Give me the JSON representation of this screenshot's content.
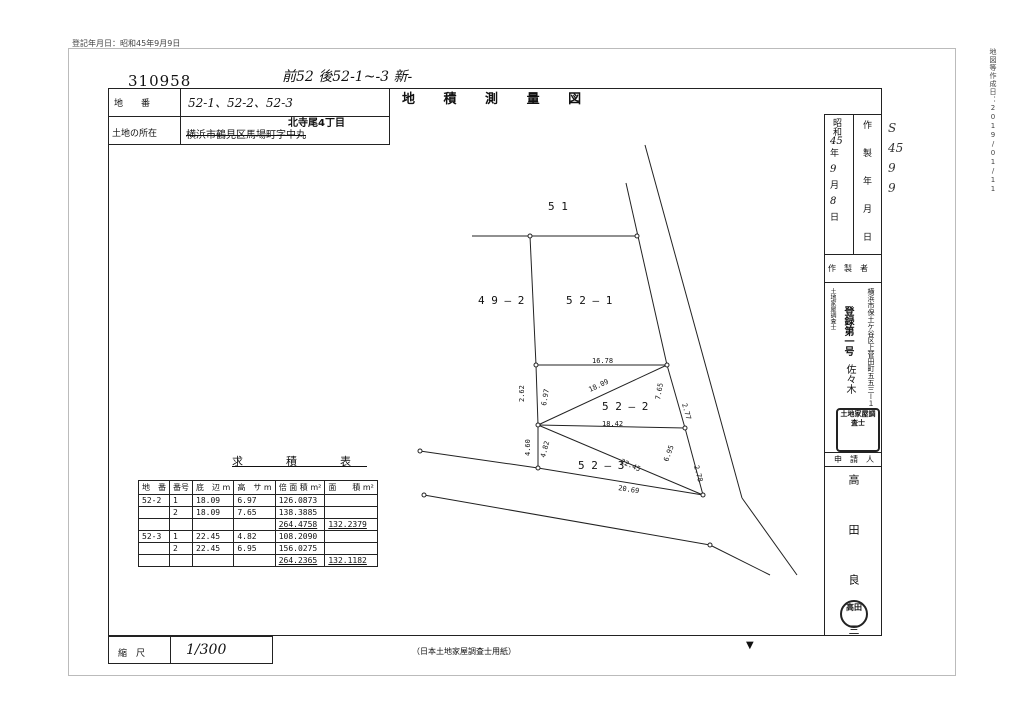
{
  "header": {
    "registration_date": "登記年月日：昭和45年9月9日"
  },
  "right_margin": {
    "vertical_stamp": "地図等作成日：2019/01/11"
  },
  "doc": {
    "number": "310958",
    "handwritten_note": "前52 後52-1~-3 新-",
    "title": "地 積 測 量 図",
    "lot_label": "地　　番",
    "lot_value": "52-1、52-2、52-3",
    "location_label": "土地の所在",
    "location_value": "横浜市鶴見区馬場町字中丸",
    "location_correction": "北寺尾4丁目",
    "scale_label": "縮　尺",
    "scale_value": "1/300",
    "footer_note": "（日本土地家屋調査士用紙）"
  },
  "side_panel": {
    "date_label_era": "昭和",
    "date_era_value": "45",
    "date_year_unit": "年",
    "date_month": "9",
    "date_month_unit": "月",
    "date_day": "8",
    "date_day_unit": "日",
    "made_label": "作製年月日",
    "maker_label": "作　製　者",
    "maker_address": "横浜市保土ケ谷区上菅田町五五三ー１",
    "maker_title": "土地家屋調査士",
    "maker_reg": "登録第一号",
    "maker_name": "佐々木",
    "maker_seal": "土地家屋調査士",
    "applicant_label": "申　請　人",
    "applicant_name": "高　田　良　三",
    "applicant_seal": "高田",
    "margin_handwritten": [
      "S",
      "45",
      "9",
      "9"
    ]
  },
  "parcels": {
    "p51": "5 1",
    "p49_2": "4 9 — 2",
    "p52_1": "5 2 — 1",
    "p52_2": "5 2 — 2",
    "p52_3": "5 2 — 3"
  },
  "dimensions": {
    "d1": "16.78",
    "d2": "18.09",
    "d3": "18.42",
    "d4": "22.45",
    "d5": "20.69",
    "d6": "2.62",
    "d7": "6.97",
    "d8": "7.65",
    "d9": "2.77",
    "d10": "4.60",
    "d11": "4.82",
    "d12": "6.95",
    "d13": "2.78"
  },
  "calc_table": {
    "title": "求　積　表",
    "headers": [
      "地　番",
      "番号",
      "底　辺 m",
      "高　サ m",
      "倍 面 積 m²",
      "面　　積 m²"
    ],
    "rows": [
      {
        "lot": "52-2",
        "no": "1",
        "base": "18.09",
        "height": "6.97",
        "double": "126.0873",
        "area": ""
      },
      {
        "lot": "",
        "no": "2",
        "base": "18.09",
        "height": "7.65",
        "double": "138.3885",
        "area": ""
      },
      {
        "lot": "",
        "no": "",
        "base": "",
        "height": "",
        "double": "264.4758",
        "area": "132.2379"
      },
      {
        "lot": "52-3",
        "no": "1",
        "base": "22.45",
        "height": "4.82",
        "double": "108.2090",
        "area": ""
      },
      {
        "lot": "",
        "no": "2",
        "base": "22.45",
        "height": "6.95",
        "double": "156.0275",
        "area": ""
      },
      {
        "lot": "",
        "no": "",
        "base": "",
        "height": "",
        "double": "264.2365",
        "area": "132.1182"
      }
    ]
  }
}
